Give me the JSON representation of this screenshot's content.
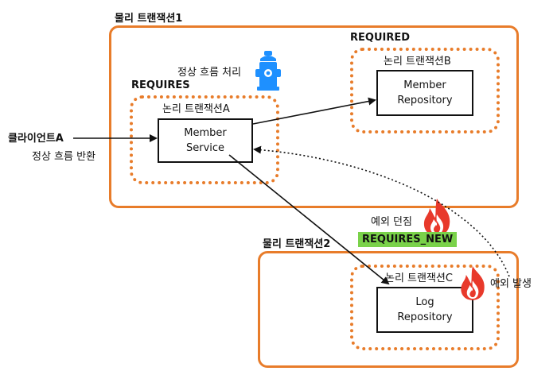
{
  "physical_tx_1": {
    "label": "물리 트랜잭션1",
    "propagation": "REQUIRED"
  },
  "physical_tx_2": {
    "label": "물리 트랜잭션2",
    "propagation": "REQUIRES_NEW"
  },
  "requires_label": "REQUIRES",
  "logical_tx_a": {
    "label": "논리 트랜잭션A",
    "component": [
      "Member",
      "Service"
    ]
  },
  "logical_tx_b": {
    "label": "논리 트랜잭션B",
    "component": [
      "Member",
      "Repository"
    ]
  },
  "logical_tx_c": {
    "label": "논리 트랜잭션C",
    "component": [
      "Log",
      "Repository"
    ]
  },
  "client_label": "클라이언트A",
  "normal_return_label": "정상 흐름 반환",
  "normal_process_label": "정상 흐름 처리",
  "exception_throw_label": "예외 던짐",
  "exception_occur_label": "예외 발생",
  "colors": {
    "box": "#e87c2a",
    "green": "#7ad24a",
    "hydrant": "#1e90ff",
    "fire": "#e8392b"
  },
  "icons": {
    "hydrant": "fire-hydrant-icon",
    "fire": "fire-icon"
  }
}
